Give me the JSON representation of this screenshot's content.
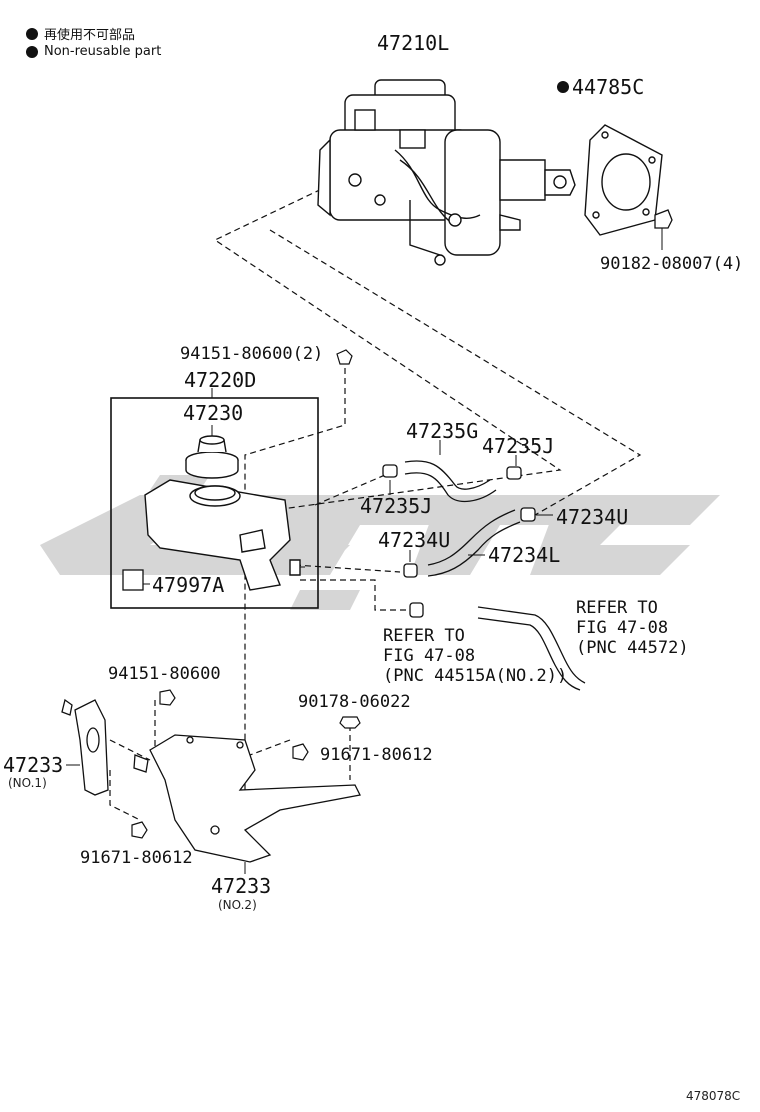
{
  "legend": {
    "line1": "再使用不可部品",
    "line2": "Non-reusable part"
  },
  "parts": {
    "p47210L": "47210L",
    "p44785C": "44785C",
    "p90182": "90182-08007(4)",
    "p94151_2": "94151-80600(2)",
    "p47220D": "47220D",
    "p47230": "47230",
    "p47235G": "47235G",
    "p47235J_top": "47235J",
    "p47235J_left": "47235J",
    "p47234U_right": "47234U",
    "p47234U_left": "47234U",
    "p47234L": "47234L",
    "p47997A": "47997A",
    "refer1_l1": "REFER TO",
    "refer1_l2": "FIG 47-08",
    "refer1_l3": "(PNC 44572)",
    "refer2_l1": "REFER TO",
    "refer2_l2": "FIG 47-08",
    "refer2_l3": "(PNC 44515A(NO.2))",
    "p94151": "94151-80600",
    "p90178": "90178-06022",
    "p91671_right": "91671-80612",
    "p91671_left": "91671-80612",
    "p47233_left": "47233",
    "p47233_left_sub": "(NO.1)",
    "p47233_bottom": "47233",
    "p47233_bottom_sub": "(NO.2)"
  },
  "footer": {
    "code": "478078C"
  }
}
